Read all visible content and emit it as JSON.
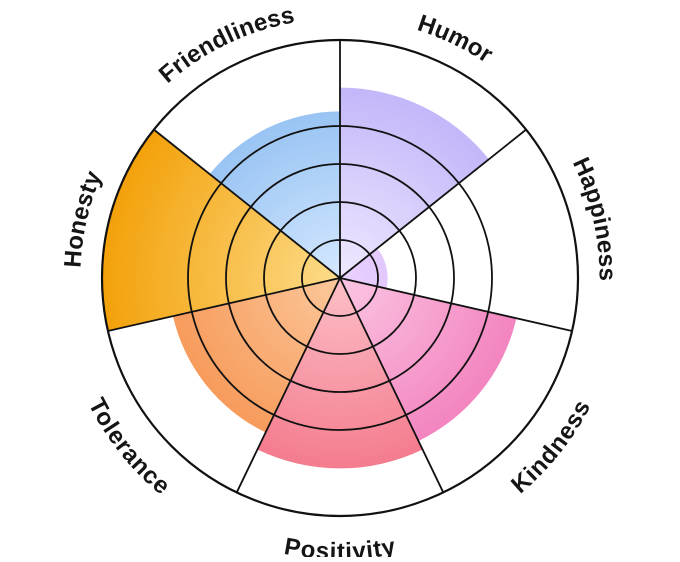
{
  "chart_data": {
    "type": "polar-area",
    "title": "",
    "categories": [
      "Humor",
      "Happiness",
      "Kindness",
      "Positivity",
      "Tolerance",
      "Honesty",
      "Friendliness"
    ],
    "values": [
      4,
      1,
      3.8,
      4,
      3.6,
      5,
      3.5
    ],
    "max": 5,
    "rings": 5,
    "grid": true,
    "colors": {
      "Humor": [
        "#efe9ff",
        "#b8aaf8"
      ],
      "Happiness": [
        "#ead2ff",
        "#c49ef5"
      ],
      "Kindness": [
        "#fbc6e3",
        "#f070b4"
      ],
      "Positivity": [
        "#fcc0c8",
        "#f26b80"
      ],
      "Tolerance": [
        "#fcc89b",
        "#f58a44"
      ],
      "Honesty": [
        "#fddc8a",
        "#f3a10a"
      ],
      "Friendliness": [
        "#d4e8ff",
        "#7fb4ee"
      ]
    }
  }
}
